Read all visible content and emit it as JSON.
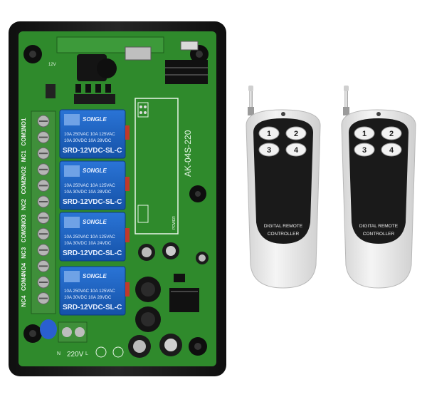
{
  "colors": {
    "case": "#1b1b1b",
    "pcb": "#2f8a2c",
    "relay_blue": "#1e63c4",
    "terminal_green": "#3f8f3a",
    "remote_body": "#ebebeb",
    "remote_face": "#1a1a1a"
  },
  "board": {
    "model_label": "AK-04S-220",
    "voltage_label": "220V",
    "voltage_small": "N",
    "voltage_small_right": "L",
    "power_label": "POWER",
    "small_label_12v": "12V",
    "terminal_labels": [
      "NO1",
      "COM1",
      "NC1",
      "NO2",
      "COM2",
      "NC2",
      "NO3",
      "COM3",
      "NC3",
      "NO4",
      "COM4",
      "NC4"
    ],
    "relays": [
      {
        "brand": "SONGLE",
        "rating_1": "10A 250VAC  10A 125VAC",
        "rating_2": "10A 30VDC  10A 28VDC",
        "model": "SRD-12VDC-SL-C"
      },
      {
        "brand": "SONGLE",
        "rating_1": "10A 250VAC  10A 125VAC",
        "rating_2": "10A 30VDC  10A 28VDC",
        "model": "SRD-12VDC-SL-C"
      },
      {
        "brand": "SONGLE",
        "rating_1": "10A 250VAC  10A 125VAC",
        "rating_2": "10A 30VDC  10A 24VDC",
        "model": "SRD-12VDC-SL-C"
      },
      {
        "brand": "SONGLE",
        "rating_1": "10A 250VAC  10A 125VAC",
        "rating_2": "10A 30VDC  10A 28VDC",
        "model": "SRD-12VDC-SL-C"
      }
    ]
  },
  "remotes": [
    {
      "buttons": [
        "1",
        "2",
        "3",
        "4"
      ],
      "label_line1": "DIGITAL REMOTE",
      "label_line2": "CONTROLLER"
    },
    {
      "buttons": [
        "1",
        "2",
        "3",
        "4"
      ],
      "label_line1": "DIGITAL REMOTE",
      "label_line2": "CONTROLLER"
    }
  ]
}
